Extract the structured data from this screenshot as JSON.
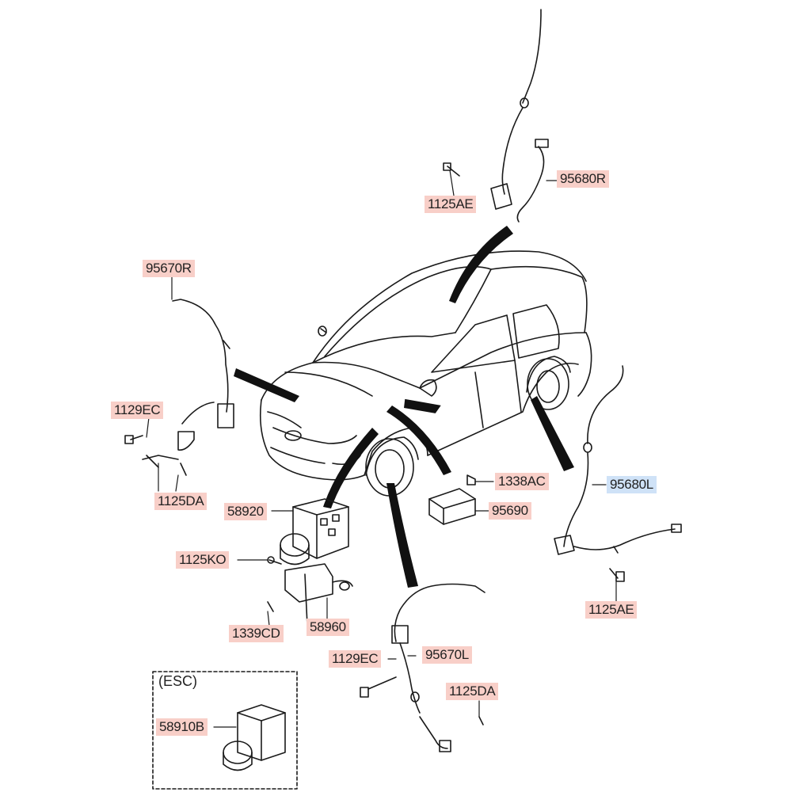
{
  "colors": {
    "label_bg": "#f8cfc8",
    "highlight_bg": "#cfe2f7",
    "line": "#1a1a1a"
  },
  "esc_box": {
    "title": "(ESC)"
  },
  "labels": [
    {
      "id": "95680R",
      "text": "95680R",
      "highlight": false
    },
    {
      "id": "1125AE_top",
      "text": "1125AE",
      "highlight": false
    },
    {
      "id": "95670R",
      "text": "95670R",
      "highlight": false
    },
    {
      "id": "1129EC_left",
      "text": "1129EC",
      "highlight": false
    },
    {
      "id": "1125DA_left",
      "text": "1125DA",
      "highlight": false
    },
    {
      "id": "58920",
      "text": "58920",
      "highlight": false
    },
    {
      "id": "1338AC",
      "text": "1338AC",
      "highlight": false
    },
    {
      "id": "95690",
      "text": "95690",
      "highlight": false
    },
    {
      "id": "95680L",
      "text": "95680L",
      "highlight": true
    },
    {
      "id": "1125KO",
      "text": "1125KO",
      "highlight": false
    },
    {
      "id": "1339CD",
      "text": "1339CD",
      "highlight": false
    },
    {
      "id": "58960",
      "text": "58960",
      "highlight": false
    },
    {
      "id": "1125AE_right",
      "text": "1125AE",
      "highlight": false
    },
    {
      "id": "1129EC_bottom",
      "text": "1129EC",
      "highlight": false
    },
    {
      "id": "95670L",
      "text": "95670L",
      "highlight": false
    },
    {
      "id": "1125DA_bottom",
      "text": "1125DA",
      "highlight": false
    },
    {
      "id": "58910B",
      "text": "58910B",
      "highlight": false
    }
  ]
}
